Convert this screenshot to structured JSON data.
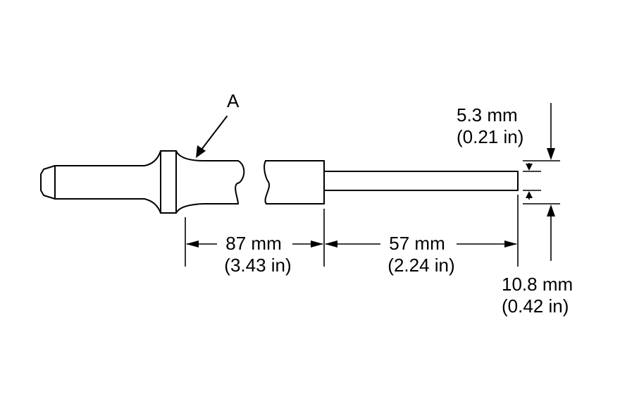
{
  "diagram": {
    "callout_label": "A",
    "dim_shank_length": {
      "metric": "87 mm",
      "imperial": "(3.43 in)"
    },
    "dim_pin_length": {
      "metric": "57 mm",
      "imperial": "(2.24 in)"
    },
    "dim_pin_diameter": {
      "metric": "5.3 mm",
      "imperial": "(0.21 in)"
    },
    "dim_shank_diameter": {
      "metric": "10.8 mm",
      "imperial": "(0.42 in)"
    }
  }
}
